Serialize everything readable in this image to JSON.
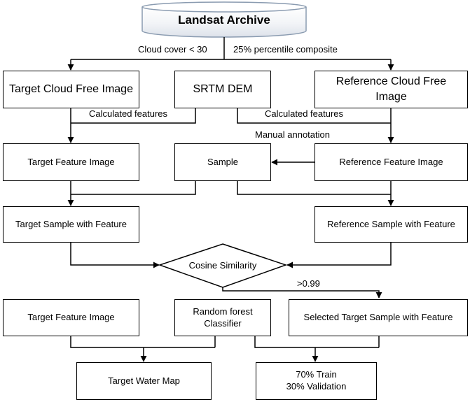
{
  "nodes": {
    "archive": "Landsat Archive",
    "target_cloud_free": "Target Cloud Free Image",
    "srtm": "SRTM DEM",
    "reference_cloud_free": "Reference Cloud Free\nImage",
    "target_feature_1": "Target Feature Image",
    "sample": "Sample",
    "reference_feature": "Reference Feature Image",
    "target_sample": "Target Sample with Feature",
    "reference_sample": "Reference Sample with Feature",
    "cosine": "Cosine Similarity",
    "target_feature_2": "Target Feature Image",
    "random_forest": "Random forest\nClassifier",
    "selected_sample": "Selected Target Sample with Feature",
    "water_map": "Target Water Map",
    "train_val": "70% Train\n30% Validation"
  },
  "edge_labels": {
    "cloud_cover": "Cloud cover < 30",
    "percentile": "25% percentile composite",
    "calc_left": "Calculated features",
    "calc_right": "Calculated features",
    "manual": "Manual annotation",
    "threshold": ">0.99"
  },
  "colors": {
    "line": "#000000",
    "box_border": "#000000",
    "db_fill_top": "#ffffff",
    "db_fill_mid": "#e4e8ee",
    "db_border": "#8a9bb0"
  }
}
